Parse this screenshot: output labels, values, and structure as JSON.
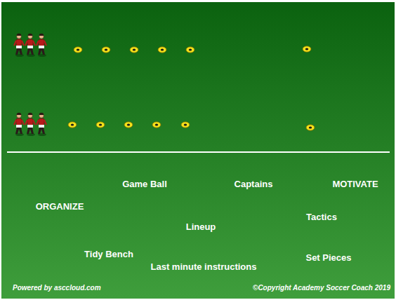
{
  "diagram": {
    "labels": [
      "Game Ball",
      "Captains",
      "MOTIVATE",
      "ORGANIZE",
      "Tactics",
      "Lineup",
      "Tidy Bench",
      "Set Pieces",
      "Last minute instructions",
      "Powered by asccloud.com",
      "©Copyright Academy Soccer Coach 2019"
    ]
  }
}
